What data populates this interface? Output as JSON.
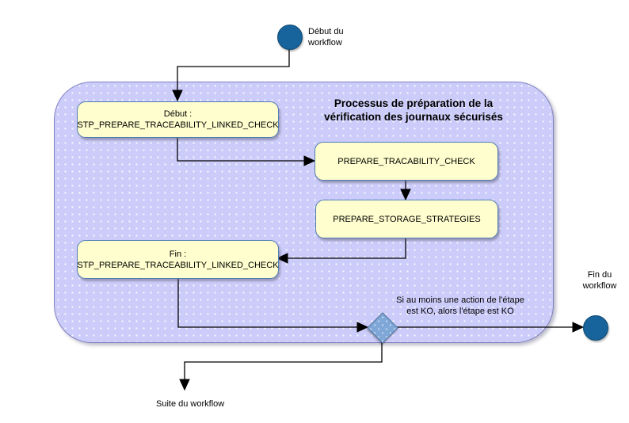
{
  "diagram": {
    "title": "Processus de préparation de la vérification des journaux sécurisés",
    "start_label": "Début du workflow",
    "end_label": "Fin du workflow",
    "continue_label": "Suite du workflow",
    "decision_note": "Si au moins une action de l'étape est KO, alors l'étape est KO",
    "nodes": {
      "step_begin": {
        "prefix": "Début :",
        "name": "STP_PREPARE_TRACEABILITY_LINKED_CHECK"
      },
      "activity_1": {
        "name": "PREPARE_TRACABILITY_CHECK"
      },
      "activity_2": {
        "name": "PREPARE_STORAGE_STRATEGIES"
      },
      "step_end": {
        "prefix": "Fin :",
        "name": "STP_PREPARE_TRACEABILITY_LINKED_CHECK"
      }
    },
    "colors": {
      "frame_fill": "#ccccfa",
      "frame_border": "#8282c2",
      "activity_fill": "#fefece",
      "activity_border": "#4e7bb5",
      "terminal_fill": "#17639b",
      "decision_fill": "#7fa7d7",
      "decision_border": "#54749c",
      "edge": "#000000"
    }
  }
}
